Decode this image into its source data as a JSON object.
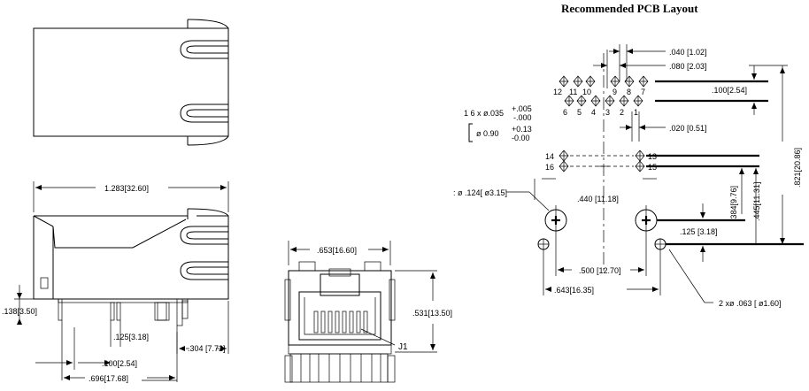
{
  "pcb_title": "Recommended PCB Layout",
  "side_view": {
    "length": "1.283[32.60]",
    "height": ".138[3.50]",
    "pin_pitch": ".125[3.18]",
    "pin_spacing": ".100[2.54]",
    "shield_offset": ".304  [7.72]",
    "overall_pins": ".696[17.68]"
  },
  "front_view": {
    "width": ".653[16.60]",
    "height": ".531[13.50]",
    "jack_label": "J1"
  },
  "pcb": {
    "dim_040": ".040  [1.02]",
    "dim_080": ".080  [2.03]",
    "dim_100": ".100[2.54]",
    "dim_020": ".020  [0.51]",
    "hole_count": "1 6 x ø.035",
    "tol_top": "+.005",
    "tol_bottom": "-.000",
    "metric_hole": "ø 0.90",
    "metric_tol_top": "+0.13",
    "metric_tol_bottom": "-0.00",
    "peg_hole": ": ø .124[ ø3.15]",
    "dim_440": ".440  [11.18]",
    "dim_384": ".384[9.76]",
    "dim_445": ".445[11.31]",
    "dim_821": ".821[20.86]",
    "dim_125": ".125  [3.18]",
    "dim_500": ".500  [12.70]",
    "dim_643": ".643[16.35]",
    "small_holes": "2 xø .063 [ ø1.60]",
    "pins_top": [
      "12",
      "11",
      "10",
      "9",
      "8",
      "7"
    ],
    "pins_bottom": [
      "6",
      "5",
      "4",
      "3",
      "2",
      "1"
    ],
    "pins_left": [
      "14",
      "16"
    ],
    "pins_right": [
      "13",
      "15"
    ]
  }
}
